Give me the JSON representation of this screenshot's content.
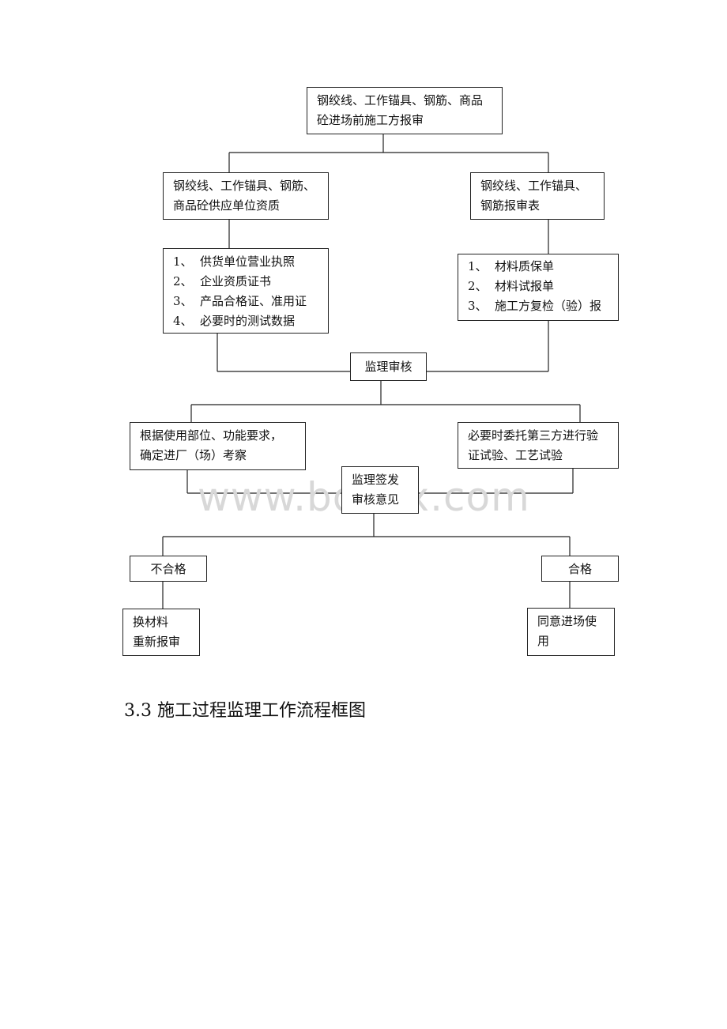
{
  "diagram": {
    "boxes": {
      "top": [
        "钢绞线、工作锚具、钢筋、商品",
        "砼进场前施工方报审"
      ],
      "left_a": [
        "钢绞线、工作锚具、钢筋、",
        "商品砼供应单位资质"
      ],
      "right_a": [
        "钢绞线、工作锚具、",
        "钢筋报审表"
      ],
      "left_list": [
        {
          "num": "1、",
          "text": "供货单位营业执照"
        },
        {
          "num": "2、",
          "text": "企业资质证书"
        },
        {
          "num": "3、",
          "text": "产品合格证、准用证"
        },
        {
          "num": "4、",
          "text": "必要时的测试数据"
        }
      ],
      "right_list": [
        {
          "num": "1、",
          "text": "材料质保单"
        },
        {
          "num": "2、",
          "text": "材料试报单"
        },
        {
          "num": "3、",
          "text": "施工方复检（验）报"
        }
      ],
      "review": [
        "监理审核"
      ],
      "left_b": [
        "根据使用部位、功能要求，",
        "确定进厂（场）考察"
      ],
      "right_b": [
        "必要时委托第三方进行验",
        "证试验、工艺试验"
      ],
      "sign": [
        "监理签发",
        "审核意见"
      ],
      "fail": [
        "不合格"
      ],
      "pass": [
        "合格"
      ],
      "fail_action": [
        "换材料",
        "重新报审"
      ],
      "pass_action": [
        "同意进场使",
        "用"
      ]
    }
  },
  "watermark": "www.bdocx.com",
  "section_heading": "3.3 施工过程监理工作流程框图"
}
